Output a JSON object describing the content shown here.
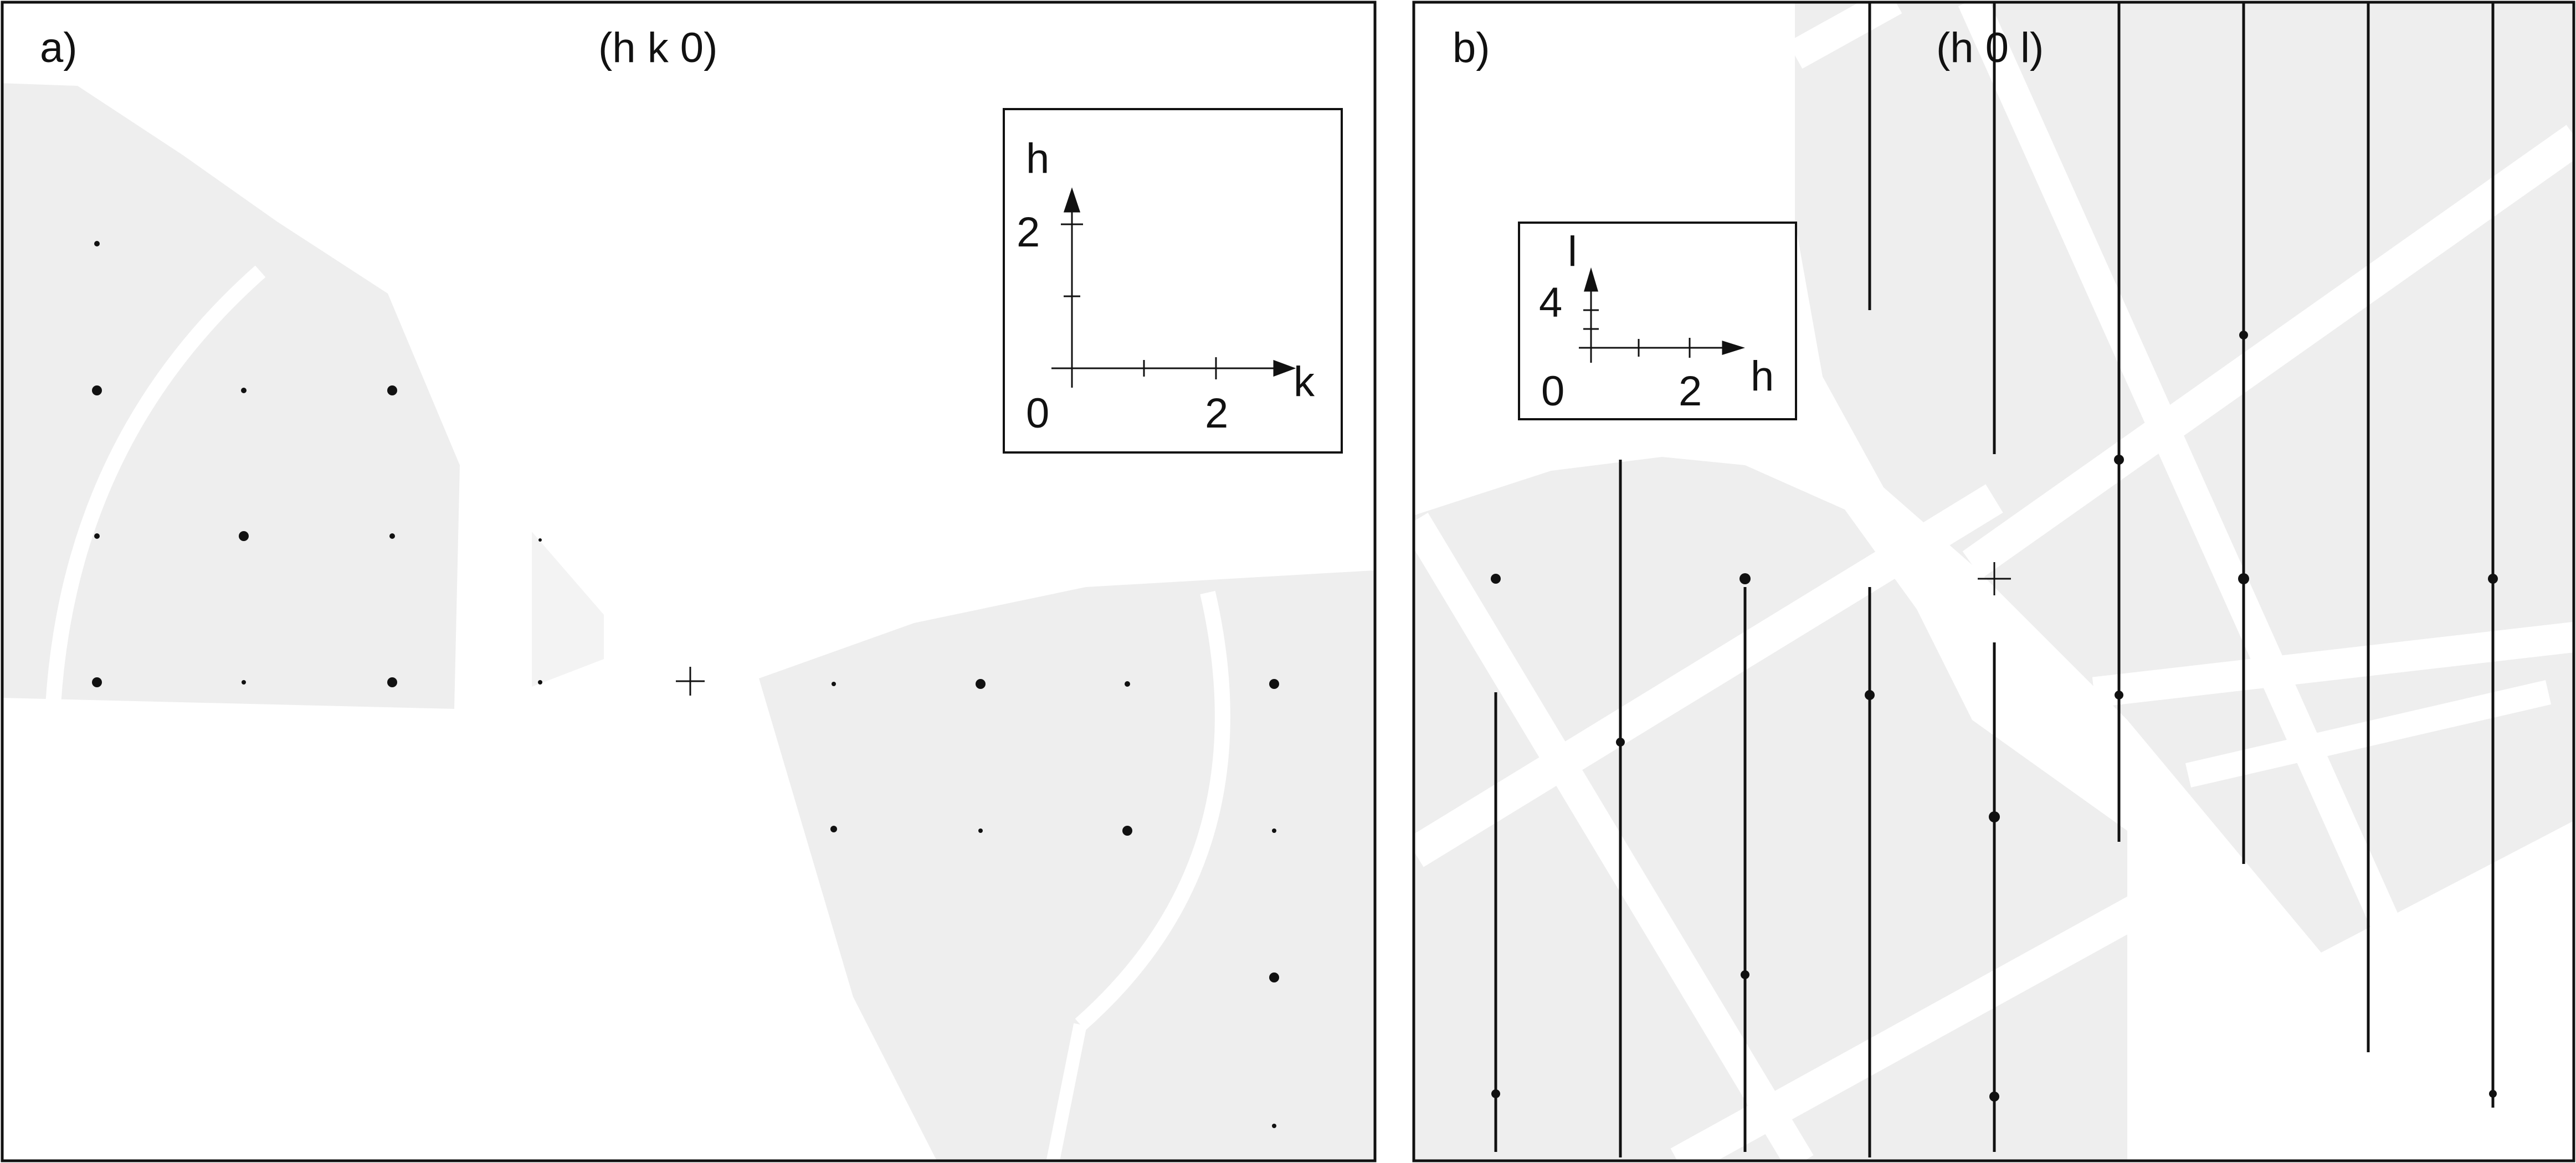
{
  "figure": {
    "panel_a": {
      "letter": "a)",
      "title": "(h k 0)",
      "inset": {
        "vertical_axis": "h",
        "vertical_tick": "2",
        "origin": "0",
        "horizontal_tick": "2",
        "horizontal_axis": "k"
      }
    },
    "panel_b": {
      "letter": "b)",
      "title": "(h 0 l)",
      "inset": {
        "vertical_axis": "l",
        "vertical_tick": "4",
        "origin": "0",
        "horizontal_tick": "2",
        "horizontal_axis": "h"
      }
    }
  },
  "colors": {
    "frame": "#111111",
    "detector_background": "#eeeeee",
    "reflection": "#111111"
  }
}
